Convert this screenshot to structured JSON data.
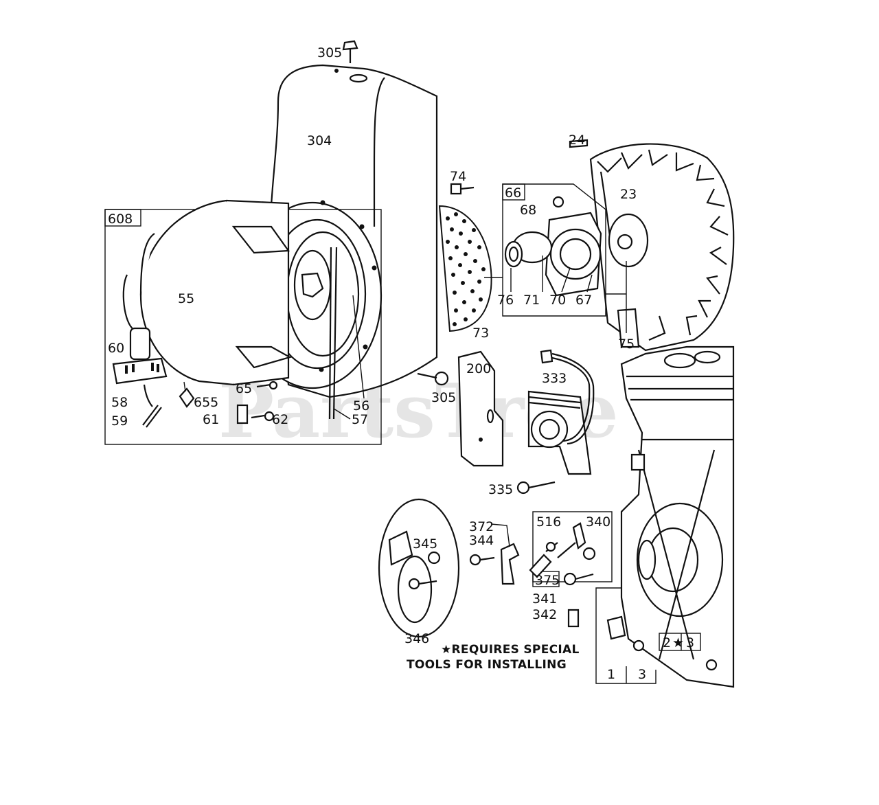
{
  "watermark": "PartsTree",
  "note": {
    "line1": "★REQUIRES SPECIAL",
    "line2": "TOOLS FOR INSTALLING"
  },
  "callouts": {
    "c305_top": "305",
    "c304": "304",
    "c24": "24",
    "c74": "74",
    "c66": "66",
    "c68": "68",
    "c23": "23",
    "c608": "608",
    "c55": "55",
    "c76": "76",
    "c71": "71",
    "c70": "70",
    "c67": "67",
    "c75": "75",
    "c73": "73",
    "c60": "60",
    "c200": "200",
    "c333": "333",
    "c65": "65",
    "c305_mid": "305",
    "c56": "56",
    "c58": "58",
    "c655": "655",
    "c59": "59",
    "c61": "61",
    "c62": "62",
    "c57": "57",
    "c335": "335",
    "c372": "372",
    "c516": "516",
    "c340": "340",
    "c344": "344",
    "c345": "345",
    "c375": "375",
    "c341": "341",
    "c342": "342",
    "c346": "346",
    "c2": "2",
    "c3_box": "3",
    "c1": "1",
    "c3_bottom": "3"
  }
}
